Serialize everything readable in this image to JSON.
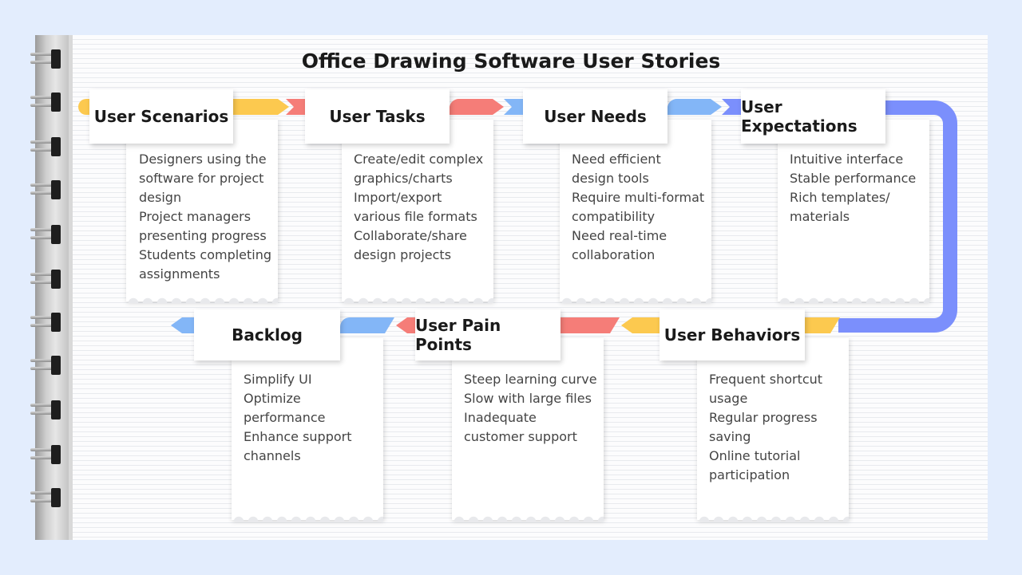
{
  "title": "Office Drawing Software User Stories",
  "colors": {
    "yellow": "#fcc94f",
    "red": "#f57d78",
    "blue": "#83b6f7",
    "indigo": "#7b8ffc",
    "background": "#e3edfd"
  },
  "stages": [
    {
      "label": "User Scenarios",
      "items": [
        "Designers using the software for project design",
        "Project managers presenting progress",
        "Students completing assignments"
      ]
    },
    {
      "label": "User Tasks",
      "items": [
        "Create/edit complex graphics/charts",
        "Import/export various file formats",
        "Collaborate/share design projects"
      ]
    },
    {
      "label": "User Needs",
      "items": [
        "Need efficient design tools",
        "Require multi-format compatibility",
        "Need real-time collaboration"
      ]
    },
    {
      "label": "User Expectations",
      "items": [
        "Intuitive interface",
        "Stable performance",
        "Rich templates/ materials"
      ]
    },
    {
      "label": "User Behaviors",
      "items": [
        "Frequent shortcut usage",
        "Regular progress saving",
        "Online tutorial participation"
      ]
    },
    {
      "label": "User Pain Points",
      "items": [
        "Steep learning curve",
        "Slow with large files",
        "Inadequate customer support"
      ]
    },
    {
      "label": "Backlog",
      "items": [
        "Simplify UI",
        "Optimize performance",
        "Enhance support channels"
      ]
    }
  ]
}
